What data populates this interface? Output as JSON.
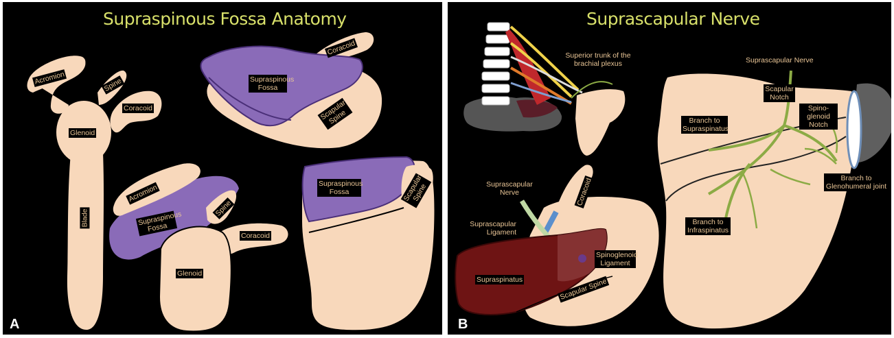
{
  "panel_a": {
    "letter": "A",
    "title": "Supraspinous Fossa Anatomy",
    "labels": {
      "acromion": "Acromion",
      "spine": "Spine",
      "coracoid": "Coracoid",
      "glenoid": "Glenoid",
      "blade": "Blade",
      "coracoid_top": "Coracoid",
      "supraspinous_fossa_top": "Supraspinous Fossa",
      "scapular_spine_top": "Scapular Spine",
      "acromion_mid": "Acromion",
      "supraspinous_fossa_mid": "Supraspinous Fossa",
      "spine_mid": "Spine",
      "coracoid_mid": "Coracoid",
      "glenoid_mid": "Glenoid",
      "supraspinous_fossa_right": "Supraspinous Fossa",
      "scapular_spine_right": "Scapular Spine"
    }
  },
  "panel_b": {
    "letter": "B",
    "title": "Suprascapular Nerve",
    "labels": {
      "superior_trunk": "Superior trunk of the brachial plexus",
      "coracoid": "Coracoid",
      "suprascapular_nerve": "Suprascapular Nerve",
      "suprascapular_ligament": "Suprascapular Ligament",
      "spinoglenoid_ligament": "Spinoglenoid Ligament",
      "supraspinatus": "Supraspinatus",
      "scapular_spine": "Scapular Spine",
      "suprascapular_nerve_right": "Suprascapular Nerve",
      "scapular_notch": "Scapular Notch",
      "spino_glenoid_notch": "Spino-glenoid Notch",
      "branch_supraspinatus": "Branch to Supraspinatus",
      "branch_glenohumeral": "Branch to Glenohumeral joint",
      "branch_infraspinatus": "Branch to Infraspinatus"
    }
  },
  "colors": {
    "bone": "#f8d8bb",
    "fossa": "#8a6bb8",
    "fossa_edge": "#4a2f78",
    "muscle": "#6e1414",
    "nerve": "#8cab45",
    "ligament": "#5b8fcc",
    "title": "#d8e06a",
    "label_text": "#e9c596"
  }
}
